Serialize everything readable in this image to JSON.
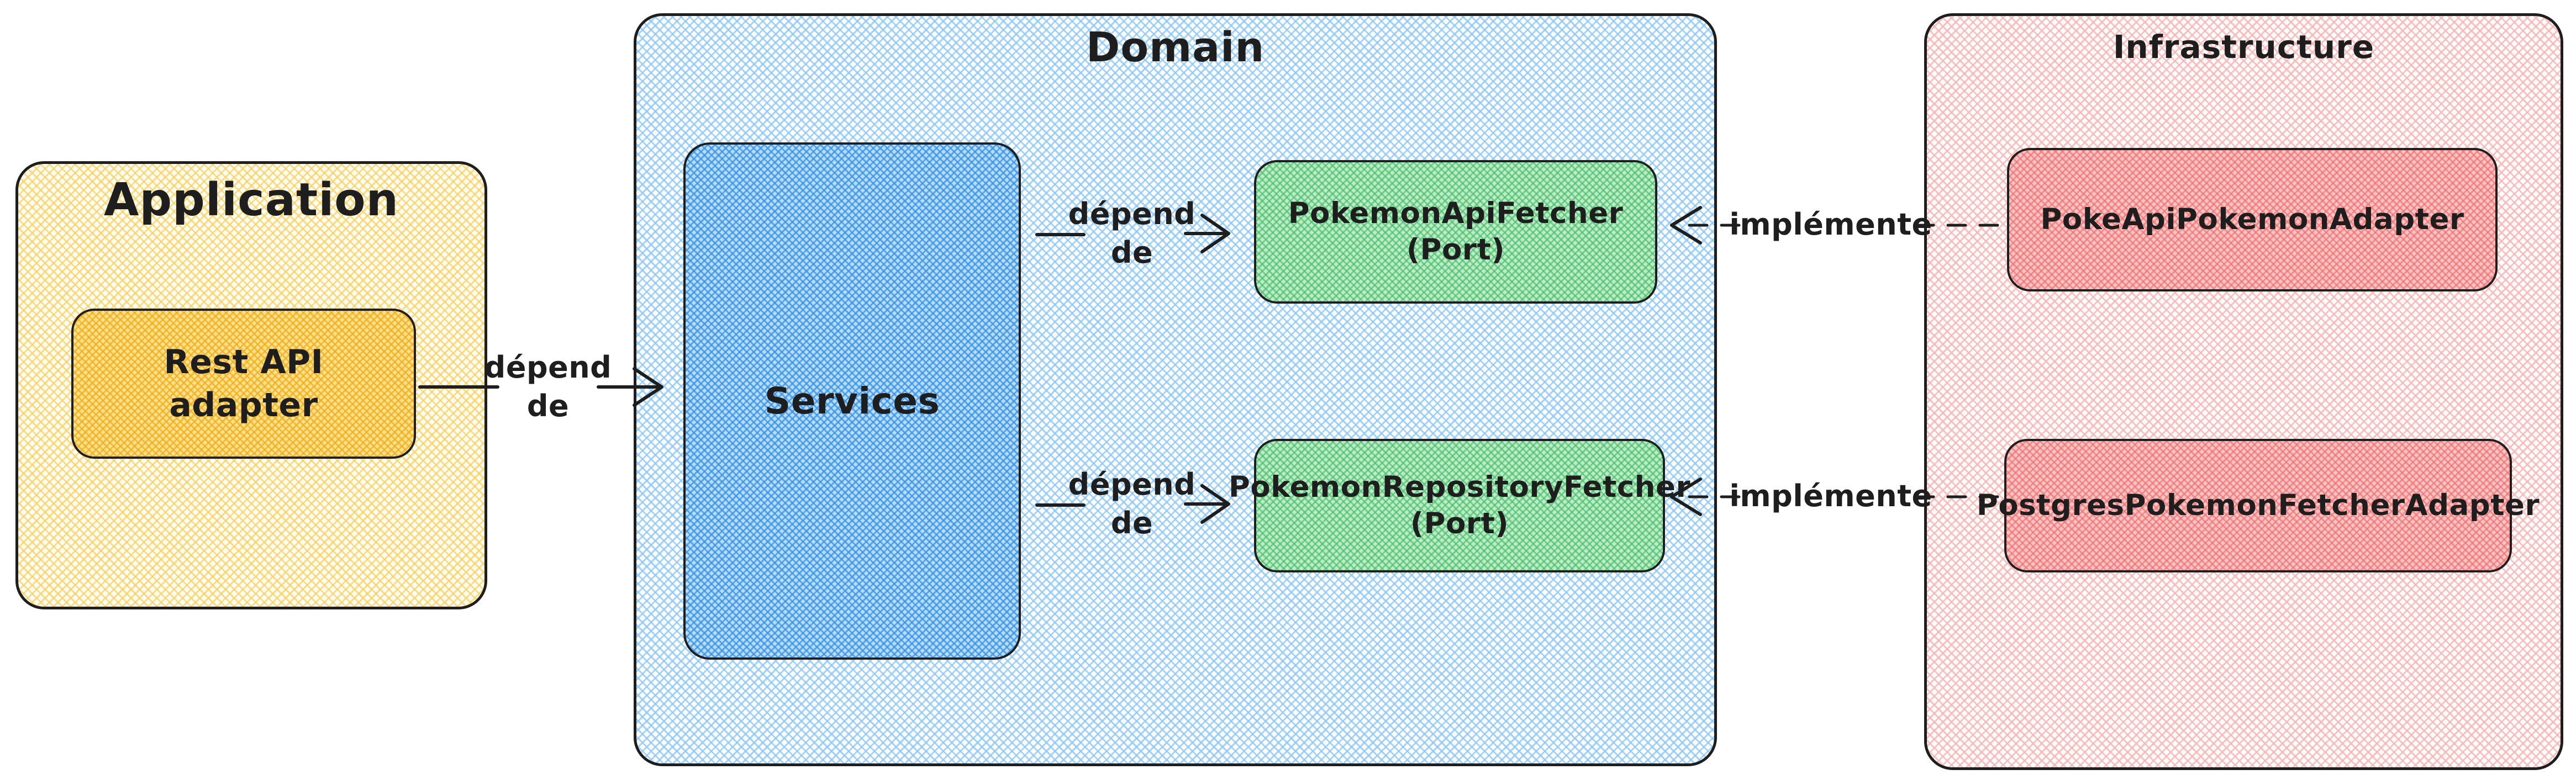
{
  "colors": {
    "stroke": "#1e1e1e",
    "yellow": "#ffd43b",
    "blue": "#4dabf7",
    "green": "#69db7c",
    "red": "#ff8787",
    "background": "#ffffff"
  },
  "containers": {
    "application": {
      "title": "Application"
    },
    "domain": {
      "title": "Domain"
    },
    "infrastructure": {
      "title": "Infrastructure"
    }
  },
  "nodes": {
    "rest_api_adapter": {
      "label": "Rest API\nadapter"
    },
    "services": {
      "label": "Services"
    },
    "pokemon_api_fetcher": {
      "label": "PokemonApiFetcher\n(Port)"
    },
    "pokemon_repository_fetcher": {
      "label": "PokemonRepositoryFetcher\n(Port)"
    },
    "poke_api_pokemon_adapter": {
      "label": "PokeApiPokemonAdapter"
    },
    "postgres_pokemon_fetcher_adapter": {
      "label": "PostgresPokemonFetcherAdapter"
    }
  },
  "edges": {
    "depend_1": {
      "label": "dépend\nde",
      "from": "rest_api_adapter",
      "to": "services",
      "style": "solid-arrow"
    },
    "depend_2": {
      "label": "dépend\nde",
      "from": "services",
      "to": "pokemon_api_fetcher",
      "style": "solid-arrow"
    },
    "depend_3": {
      "label": "dépend\nde",
      "from": "services",
      "to": "pokemon_repository_fetcher",
      "style": "solid-arrow"
    },
    "implemente_1": {
      "label": "implémente",
      "from": "poke_api_pokemon_adapter",
      "to": "pokemon_api_fetcher",
      "style": "dashed-arrow"
    },
    "implemente_2": {
      "label": "implémente",
      "from": "postgres_pokemon_fetcher_adapter",
      "to": "pokemon_repository_fetcher",
      "style": "dashed-arrow"
    }
  }
}
